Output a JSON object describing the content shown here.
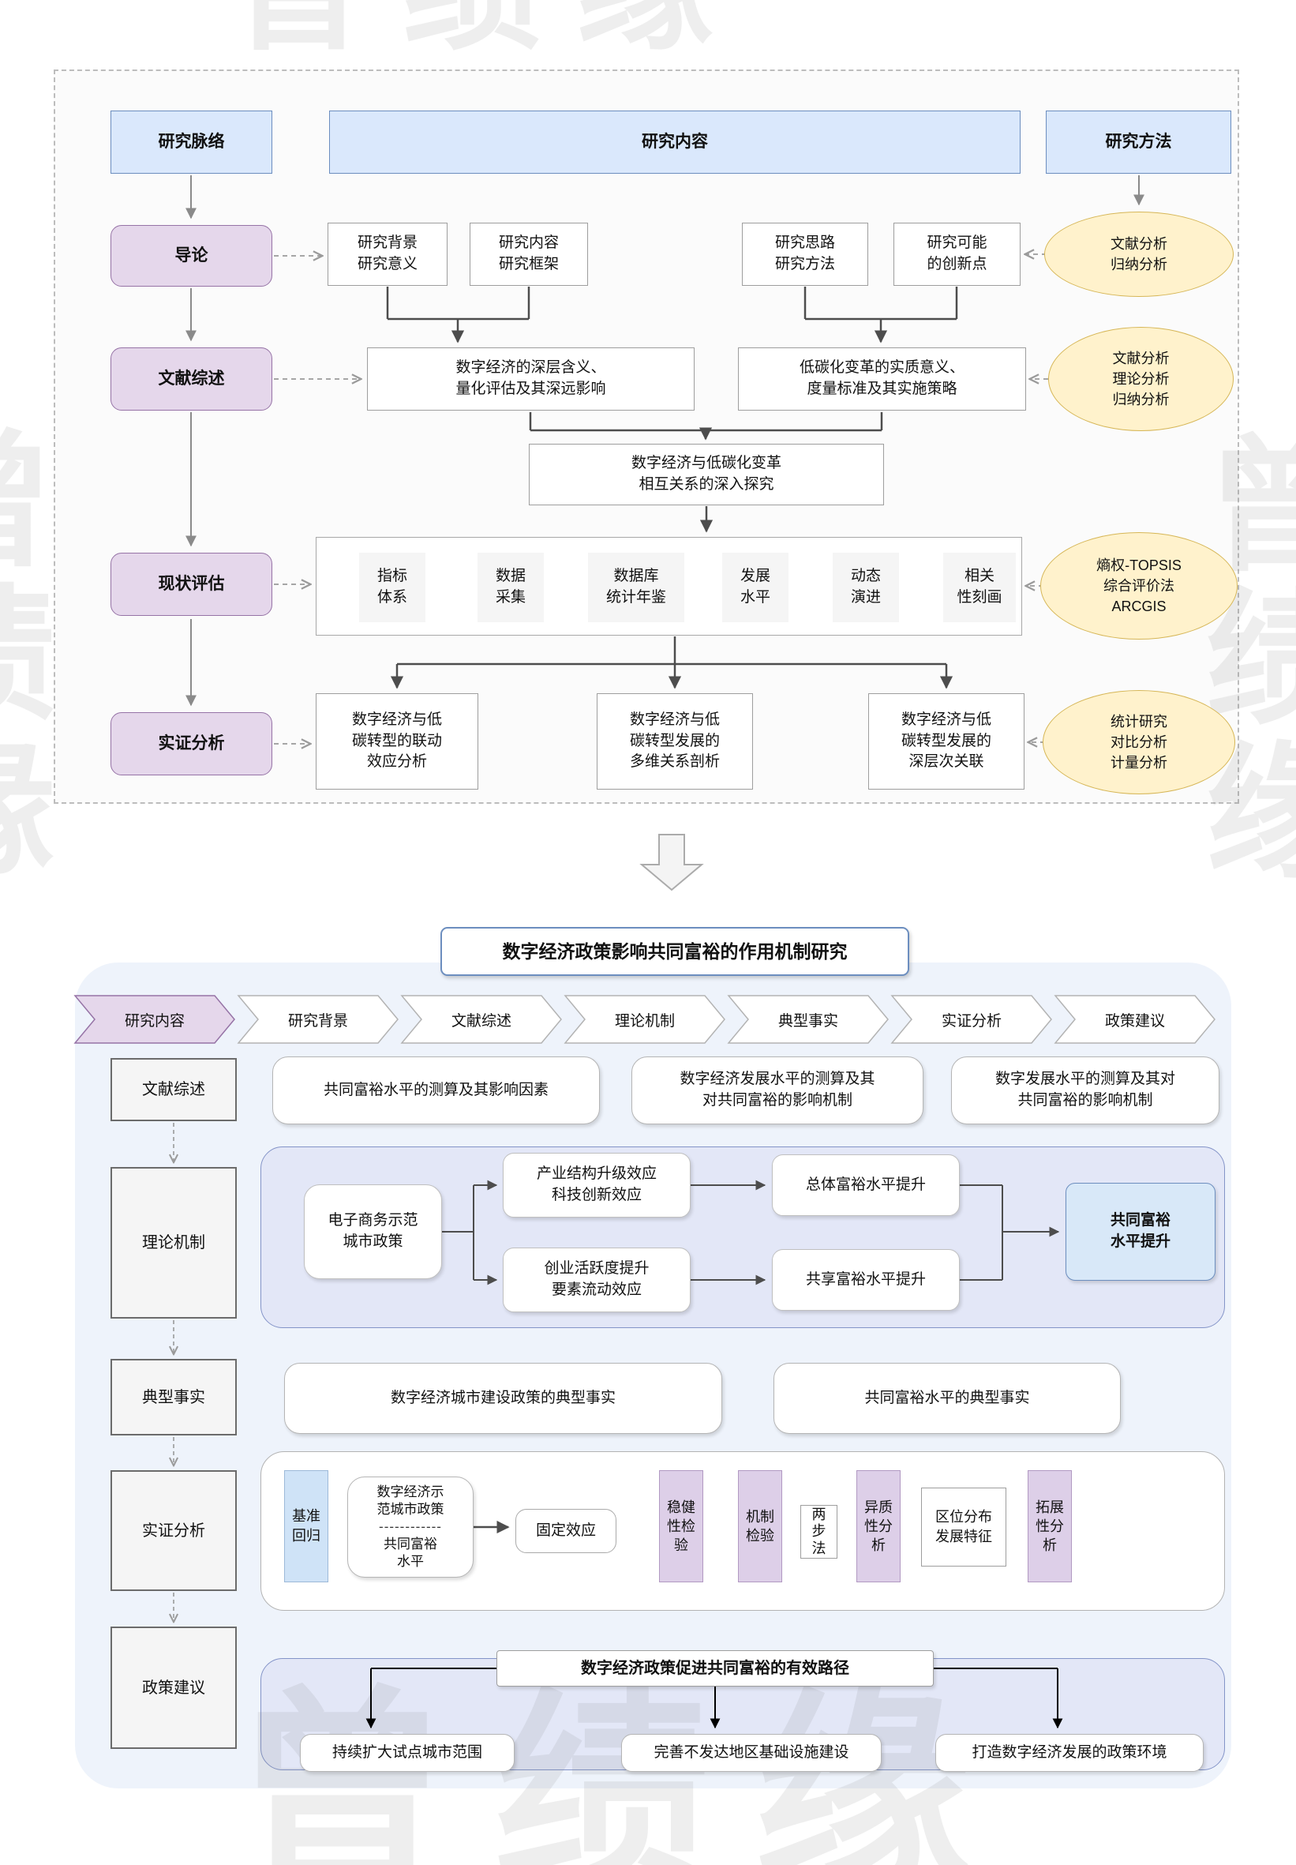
{
  "watermark": {
    "text": "曾绩缘"
  },
  "colors": {
    "header_fill": "#dae8fc",
    "header_border": "#6c8ebf",
    "label_fill": "#e5d7eb",
    "label_border": "#9673a6",
    "method_fill": "#fff2cc",
    "method_border": "#d6b656",
    "panel_fill": "#e3e7f7",
    "panel_border": "#8494c8",
    "bottom_bg": "#eef3fb",
    "highlight_fill": "#d8e8f8",
    "baseline_fill": "#cfe3f7",
    "purple_bar_fill": "#ddcfe8"
  },
  "top": {
    "headers": {
      "context": "研究脉络",
      "content": "研究内容",
      "method": "研究方法"
    },
    "labels": {
      "intro": "导论",
      "literature": "文献综述",
      "status": "现状评估",
      "empirical": "实证分析"
    },
    "row1": {
      "b1": "研究背景\n研究意义",
      "b2": "研究内容\n研究框架",
      "b3": "研究思路\n研究方法",
      "b4": "研究可能\n的创新点",
      "method": "文献分析\n归纳分析"
    },
    "row2": {
      "b1": "数字经济的深层含义、\n量化评估及其深远影响",
      "b2": "低碳化变革的实质意义、\n度量标准及其实施策略",
      "merge": "数字经济与低碳化变革\n相互关系的深入探究",
      "method": "文献分析\n理论分析\n归纳分析"
    },
    "row3": {
      "steps": [
        "指标\n体系",
        "数据\n采集",
        "数据库\n统计年鉴",
        "发展\n水平",
        "动态\n演进",
        "相关\n性刻画"
      ],
      "method": "熵权-TOPSIS\n综合评价法\nARCGIS"
    },
    "row4": {
      "b1": "数字经济与低\n碳转型的联动\n效应分析",
      "b2": "数字经济与低\n碳转型发展的\n多维关系剖析",
      "b3": "数字经济与低\n碳转型发展的\n深层次关联",
      "method": "统计研究\n对比分析\n计量分析"
    }
  },
  "bottom": {
    "title": "数字经济政策影响共同富裕的作用机制研究",
    "chevrons": [
      "研究内容",
      "研究背景",
      "文献综述",
      "理论机制",
      "典型事实",
      "实证分析",
      "政策建议"
    ],
    "literature": {
      "label": "文献综述",
      "b1": "共同富裕水平的测算及其影响因素",
      "b2": "数字经济发展水平的测算及其\n对共同富裕的影响机制",
      "b3": "数字发展水平的测算及其对\n共同富裕的影响机制"
    },
    "theory": {
      "label": "理论机制",
      "source": "电子商务示范\n城市政策",
      "effect1": "产业结构升级效应\n科技创新效应",
      "effect2": "创业活跃度提升\n要素流动效应",
      "outcome1": "总体富裕水平提升",
      "outcome2": "共享富裕水平提升",
      "final": "共同富裕\n水平提升"
    },
    "facts": {
      "label": "典型事实",
      "b1": "数字经济城市建设政策的典型事实",
      "b2": "共同富裕水平的典型事实"
    },
    "empirical": {
      "label": "实证分析",
      "baseline": "基准\n回归",
      "model_top": "数字经济示\n范城市政策",
      "model_sep": "------------",
      "model_bottom": "共同富裕\n水平",
      "fixed": "固定效应",
      "robust": "稳健\n性检\n验",
      "mechanism": "机制\n检验",
      "two_step": "两\n步\n法",
      "heterogeneity": "异质\n性分\n析",
      "region": "区位分布\n发展特征",
      "extension": "拓展\n性分\n析"
    },
    "policy": {
      "label": "政策建议",
      "header": "数字经济政策促进共同富裕的有效路径",
      "b1": "持续扩大试点城市范围",
      "b2": "完善不发达地区基础设施建设",
      "b3": "打造数字经济发展的政策环境"
    }
  }
}
